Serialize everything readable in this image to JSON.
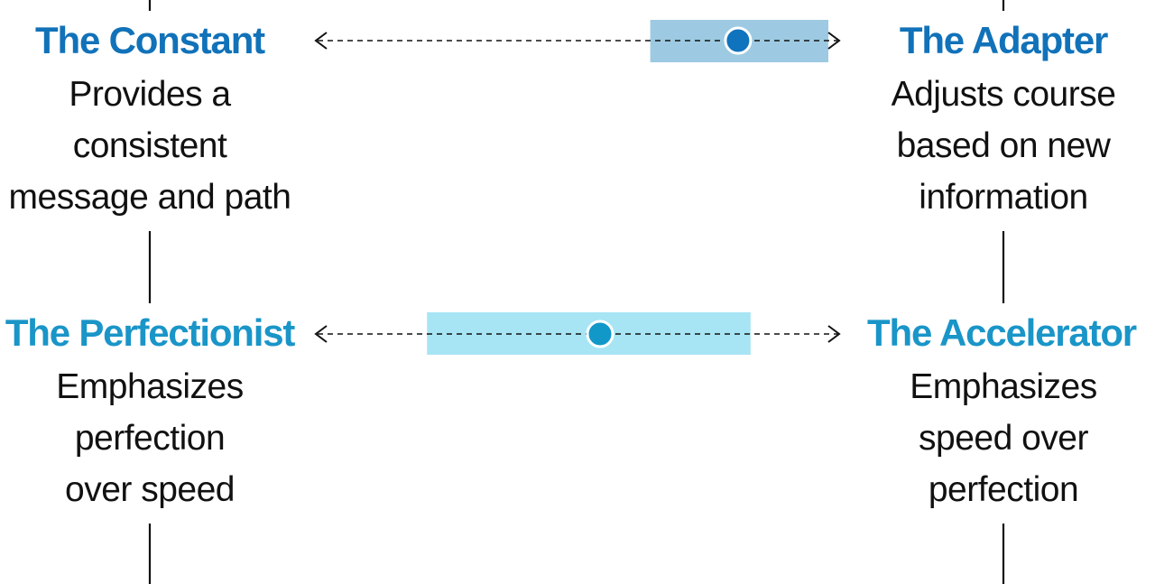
{
  "colors": {
    "title_blue_dark": "#1172b9",
    "title_blue_light": "#1a95c8",
    "band_dark": "#9dcae2",
    "band_light": "#a7e5f4",
    "dot_dark": "#0f73be",
    "dot_light": "#1198c9",
    "line": "#111111"
  },
  "scales": [
    {
      "left": {
        "title": "The Constant",
        "lines": [
          "Provides a",
          "consistent",
          "message and path"
        ]
      },
      "right": {
        "title": "The Adapter",
        "lines": [
          "Adjusts course",
          "based on new",
          "information"
        ]
      },
      "range_fraction": [
        0.645,
        1.0
      ],
      "value_fraction": 0.82
    },
    {
      "left": {
        "title": "The Perfectionist",
        "lines": [
          "Emphasizes",
          "perfection",
          "over speed"
        ]
      },
      "right": {
        "title": "The Accelerator",
        "lines": [
          "Emphasizes",
          "speed over",
          "perfection"
        ]
      },
      "range_fraction": [
        0.2,
        0.845
      ],
      "value_fraction": 0.545
    }
  ]
}
